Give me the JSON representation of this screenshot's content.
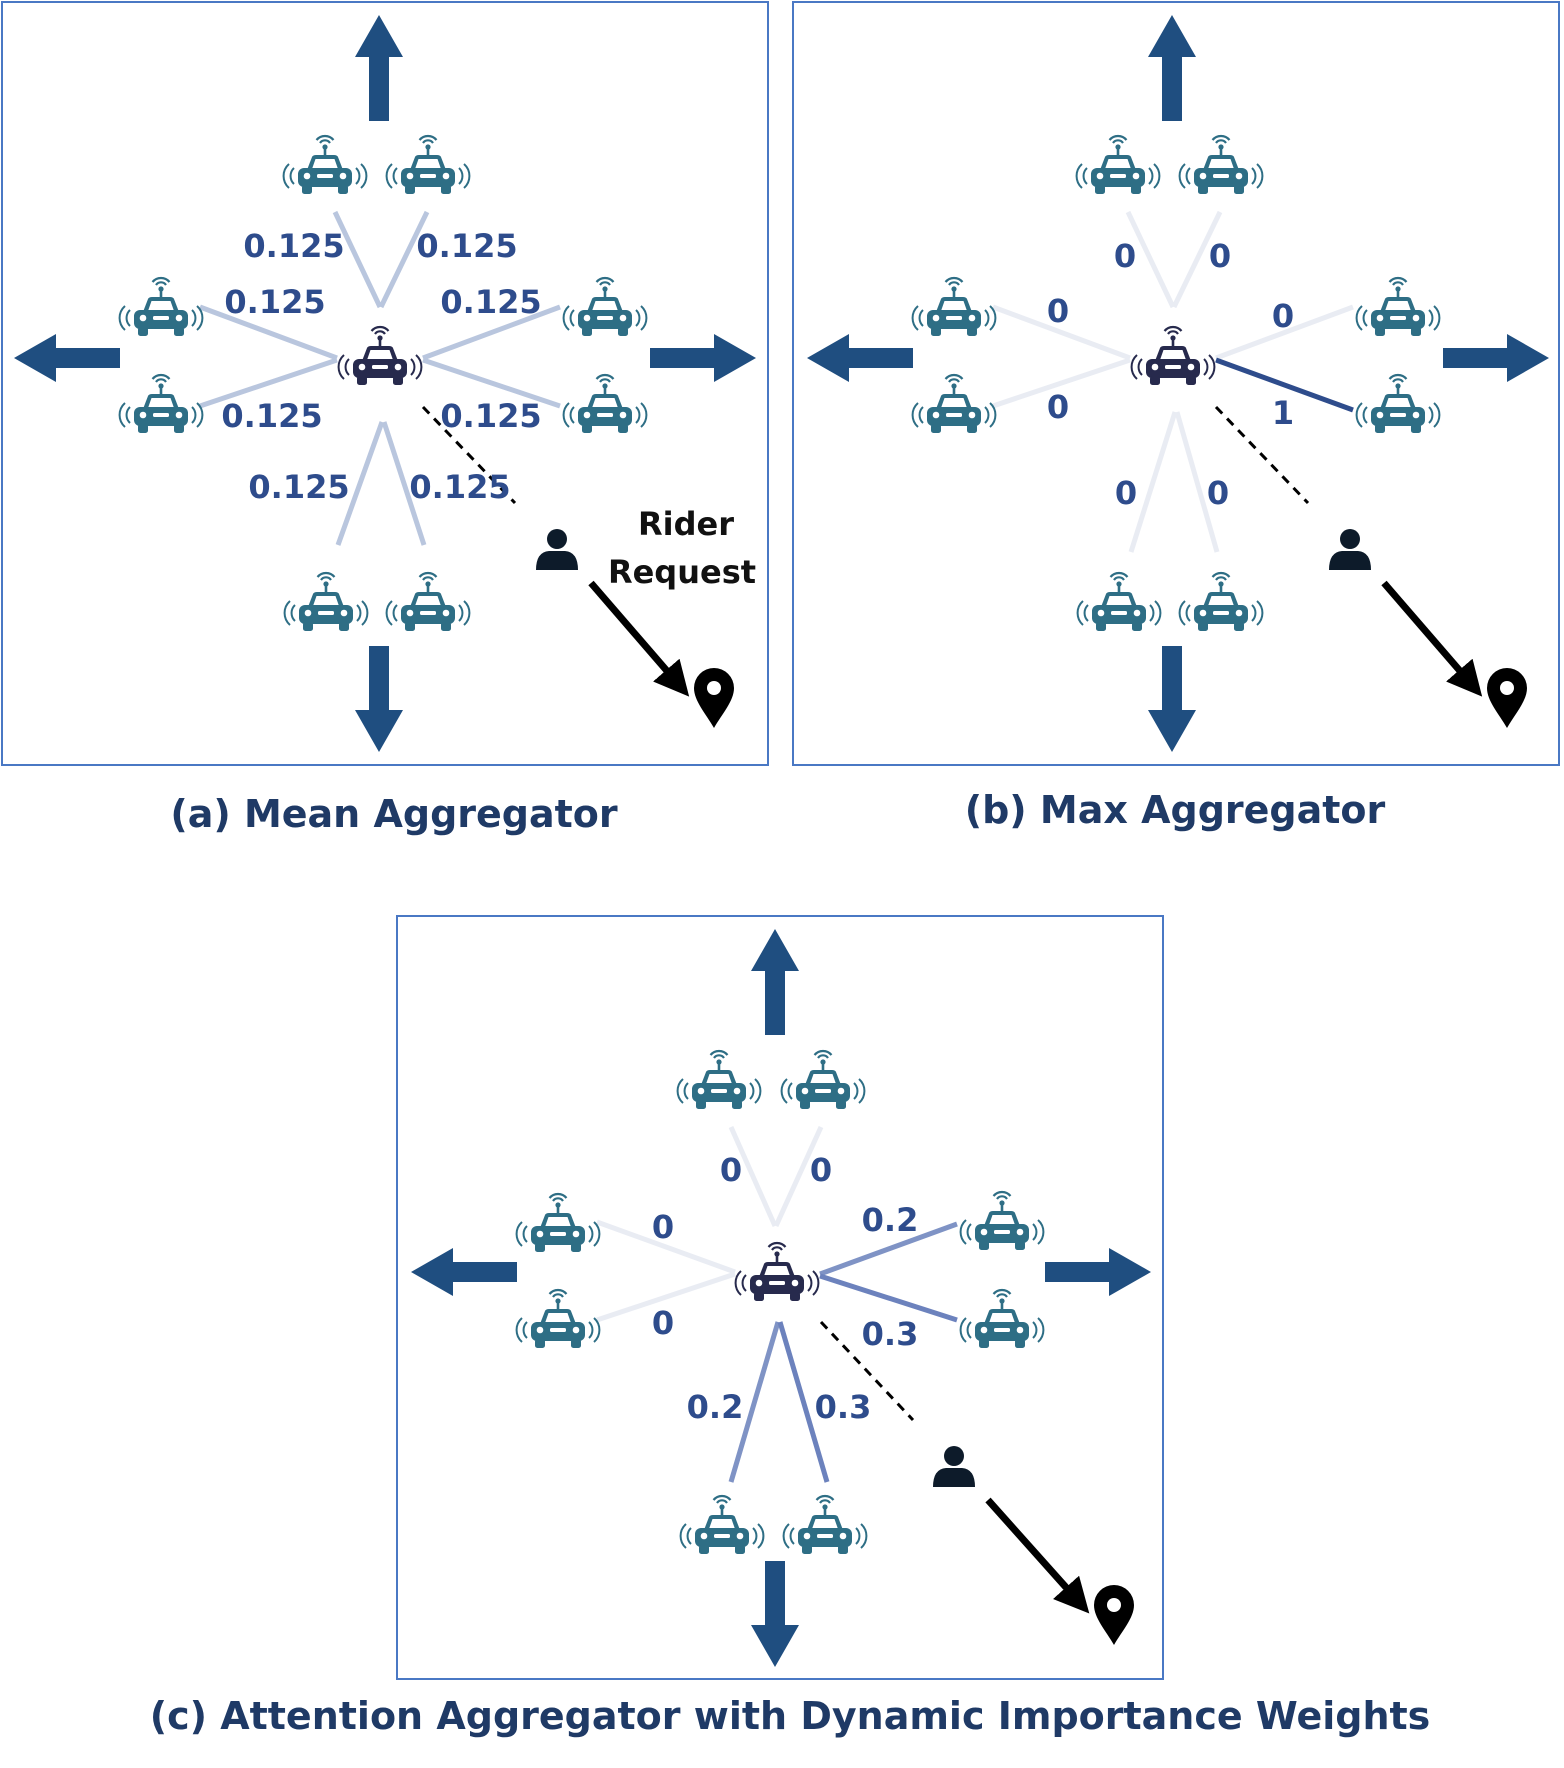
{
  "colors": {
    "frame": "#4A78C4",
    "arrow": "#1F4E80",
    "car": "#2E6E85",
    "center_car": "#272A4D",
    "weight_text": "#2E4C8C",
    "caption_text": "#1F3A66"
  },
  "icons": {
    "neighbor": "autonomous-car-icon",
    "center": "autonomous-car-icon",
    "rider": "person-icon",
    "destination": "map-pin-icon",
    "direction": "arrow-icon"
  },
  "panels": [
    {
      "id": "a",
      "caption": "(a)  Mean Aggregator",
      "rider_label_line1": "Rider",
      "rider_label_line2": "Request",
      "weights": {
        "top_left": "0.125",
        "top_right": "0.125",
        "left_top": "0.125",
        "left_bottom": "0.125",
        "right_top": "0.125",
        "right_bottom": "0.125",
        "bottom_left": "0.125",
        "bottom_right": "0.125"
      },
      "weight_values": {
        "top_left": 0.125,
        "top_right": 0.125,
        "left_top": 0.125,
        "left_bottom": 0.125,
        "right_top": 0.125,
        "right_bottom": 0.125,
        "bottom_left": 0.125,
        "bottom_right": 0.125
      }
    },
    {
      "id": "b",
      "caption": "(b)  Max Aggregator",
      "weights": {
        "top_left": "0",
        "top_right": "0",
        "left_top": "0",
        "left_bottom": "0",
        "right_top": "0",
        "right_bottom": "1",
        "bottom_left": "0",
        "bottom_right": "0"
      },
      "weight_values": {
        "top_left": 0,
        "top_right": 0,
        "left_top": 0,
        "left_bottom": 0,
        "right_top": 0,
        "right_bottom": 1,
        "bottom_left": 0,
        "bottom_right": 0
      }
    },
    {
      "id": "c",
      "caption": "(c)  Attention Aggregator with Dynamic Importance Weights",
      "weights": {
        "top_left": "0",
        "top_right": "0",
        "left_top": "0",
        "left_bottom": "0",
        "right_top": "0.2",
        "right_bottom": "0.3",
        "bottom_left": "0.2",
        "bottom_right": "0.3"
      },
      "weight_values": {
        "top_left": 0,
        "top_right": 0,
        "left_top": 0,
        "left_bottom": 0,
        "right_top": 0.2,
        "right_bottom": 0.3,
        "bottom_left": 0.2,
        "bottom_right": 0.3
      }
    }
  ]
}
